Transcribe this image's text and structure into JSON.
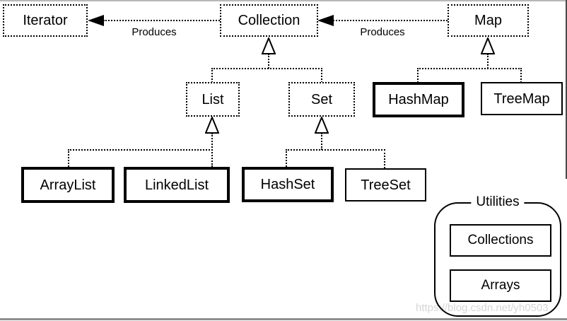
{
  "nodes": {
    "iterator": "Iterator",
    "collection": "Collection",
    "map": "Map",
    "list": "List",
    "set": "Set",
    "hashmap": "HashMap",
    "treemap": "TreeMap",
    "arraylist": "ArrayList",
    "linkedlist": "LinkedList",
    "hashset": "HashSet",
    "treeset": "TreeSet"
  },
  "labels": {
    "produces_iterator": "Produces",
    "produces_collection": "Produces"
  },
  "utilities": {
    "title": "Utilities",
    "collections": "Collections",
    "arrays": "Arrays"
  },
  "watermark": "https://blog.csdn.net/yh0503",
  "colors": {
    "line": "#000000",
    "background": "#ffffff",
    "watermark": "#d6d6d6",
    "frame_gray": "#8e8e8e"
  },
  "node_styles": {
    "dashed_interfaces": [
      "Iterator",
      "Collection",
      "Map",
      "List",
      "Set"
    ],
    "bold_classes": [
      "HashMap",
      "ArrayList",
      "LinkedList",
      "HashSet"
    ],
    "thin_classes": [
      "TreeMap",
      "TreeSet",
      "Collections",
      "Arrays"
    ]
  }
}
